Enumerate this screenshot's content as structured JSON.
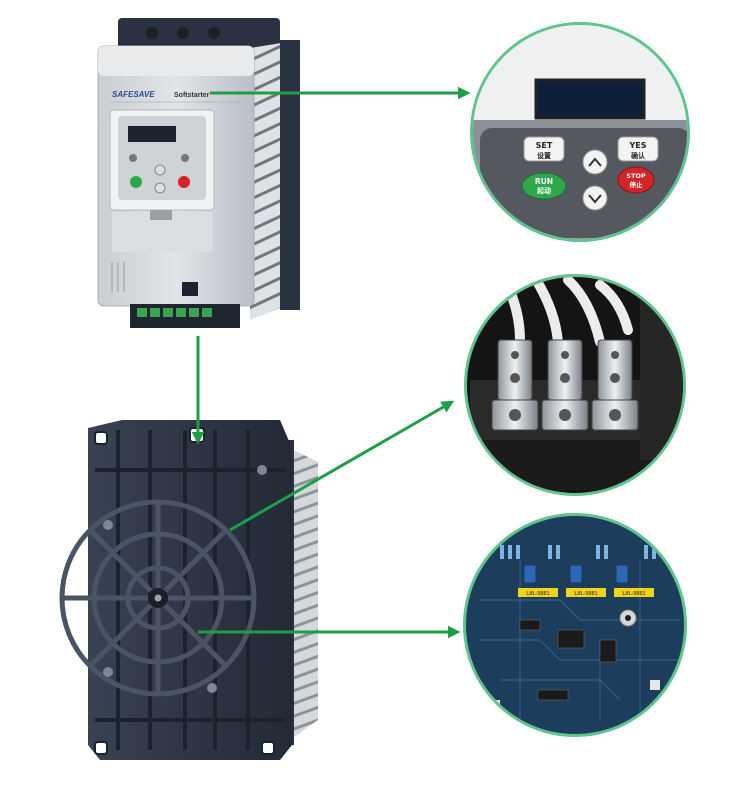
{
  "device": {
    "brand": "SAFESAVE",
    "model": "Softstarter"
  },
  "keypad": {
    "set_label": "SET",
    "set_sub": "设置",
    "yes_label": "YES",
    "yes_sub": "确认",
    "run_label": "RUN",
    "run_sub": "起动",
    "stop_label": "STOP",
    "stop_sub": "停止"
  },
  "pcb": {
    "chip_label": "L8L-9881"
  },
  "colors": {
    "arrow_green": "#1f9e48",
    "circle_ring": "#5fc48e",
    "device_body": "#d3d7db",
    "heatsink_dark": "#2d3443",
    "run_button": "#2fa84d",
    "stop_button": "#d5232a",
    "pcb_board": "#1d3d5c"
  },
  "icons": [
    "up-arrow-icon",
    "down-arrow-icon"
  ]
}
